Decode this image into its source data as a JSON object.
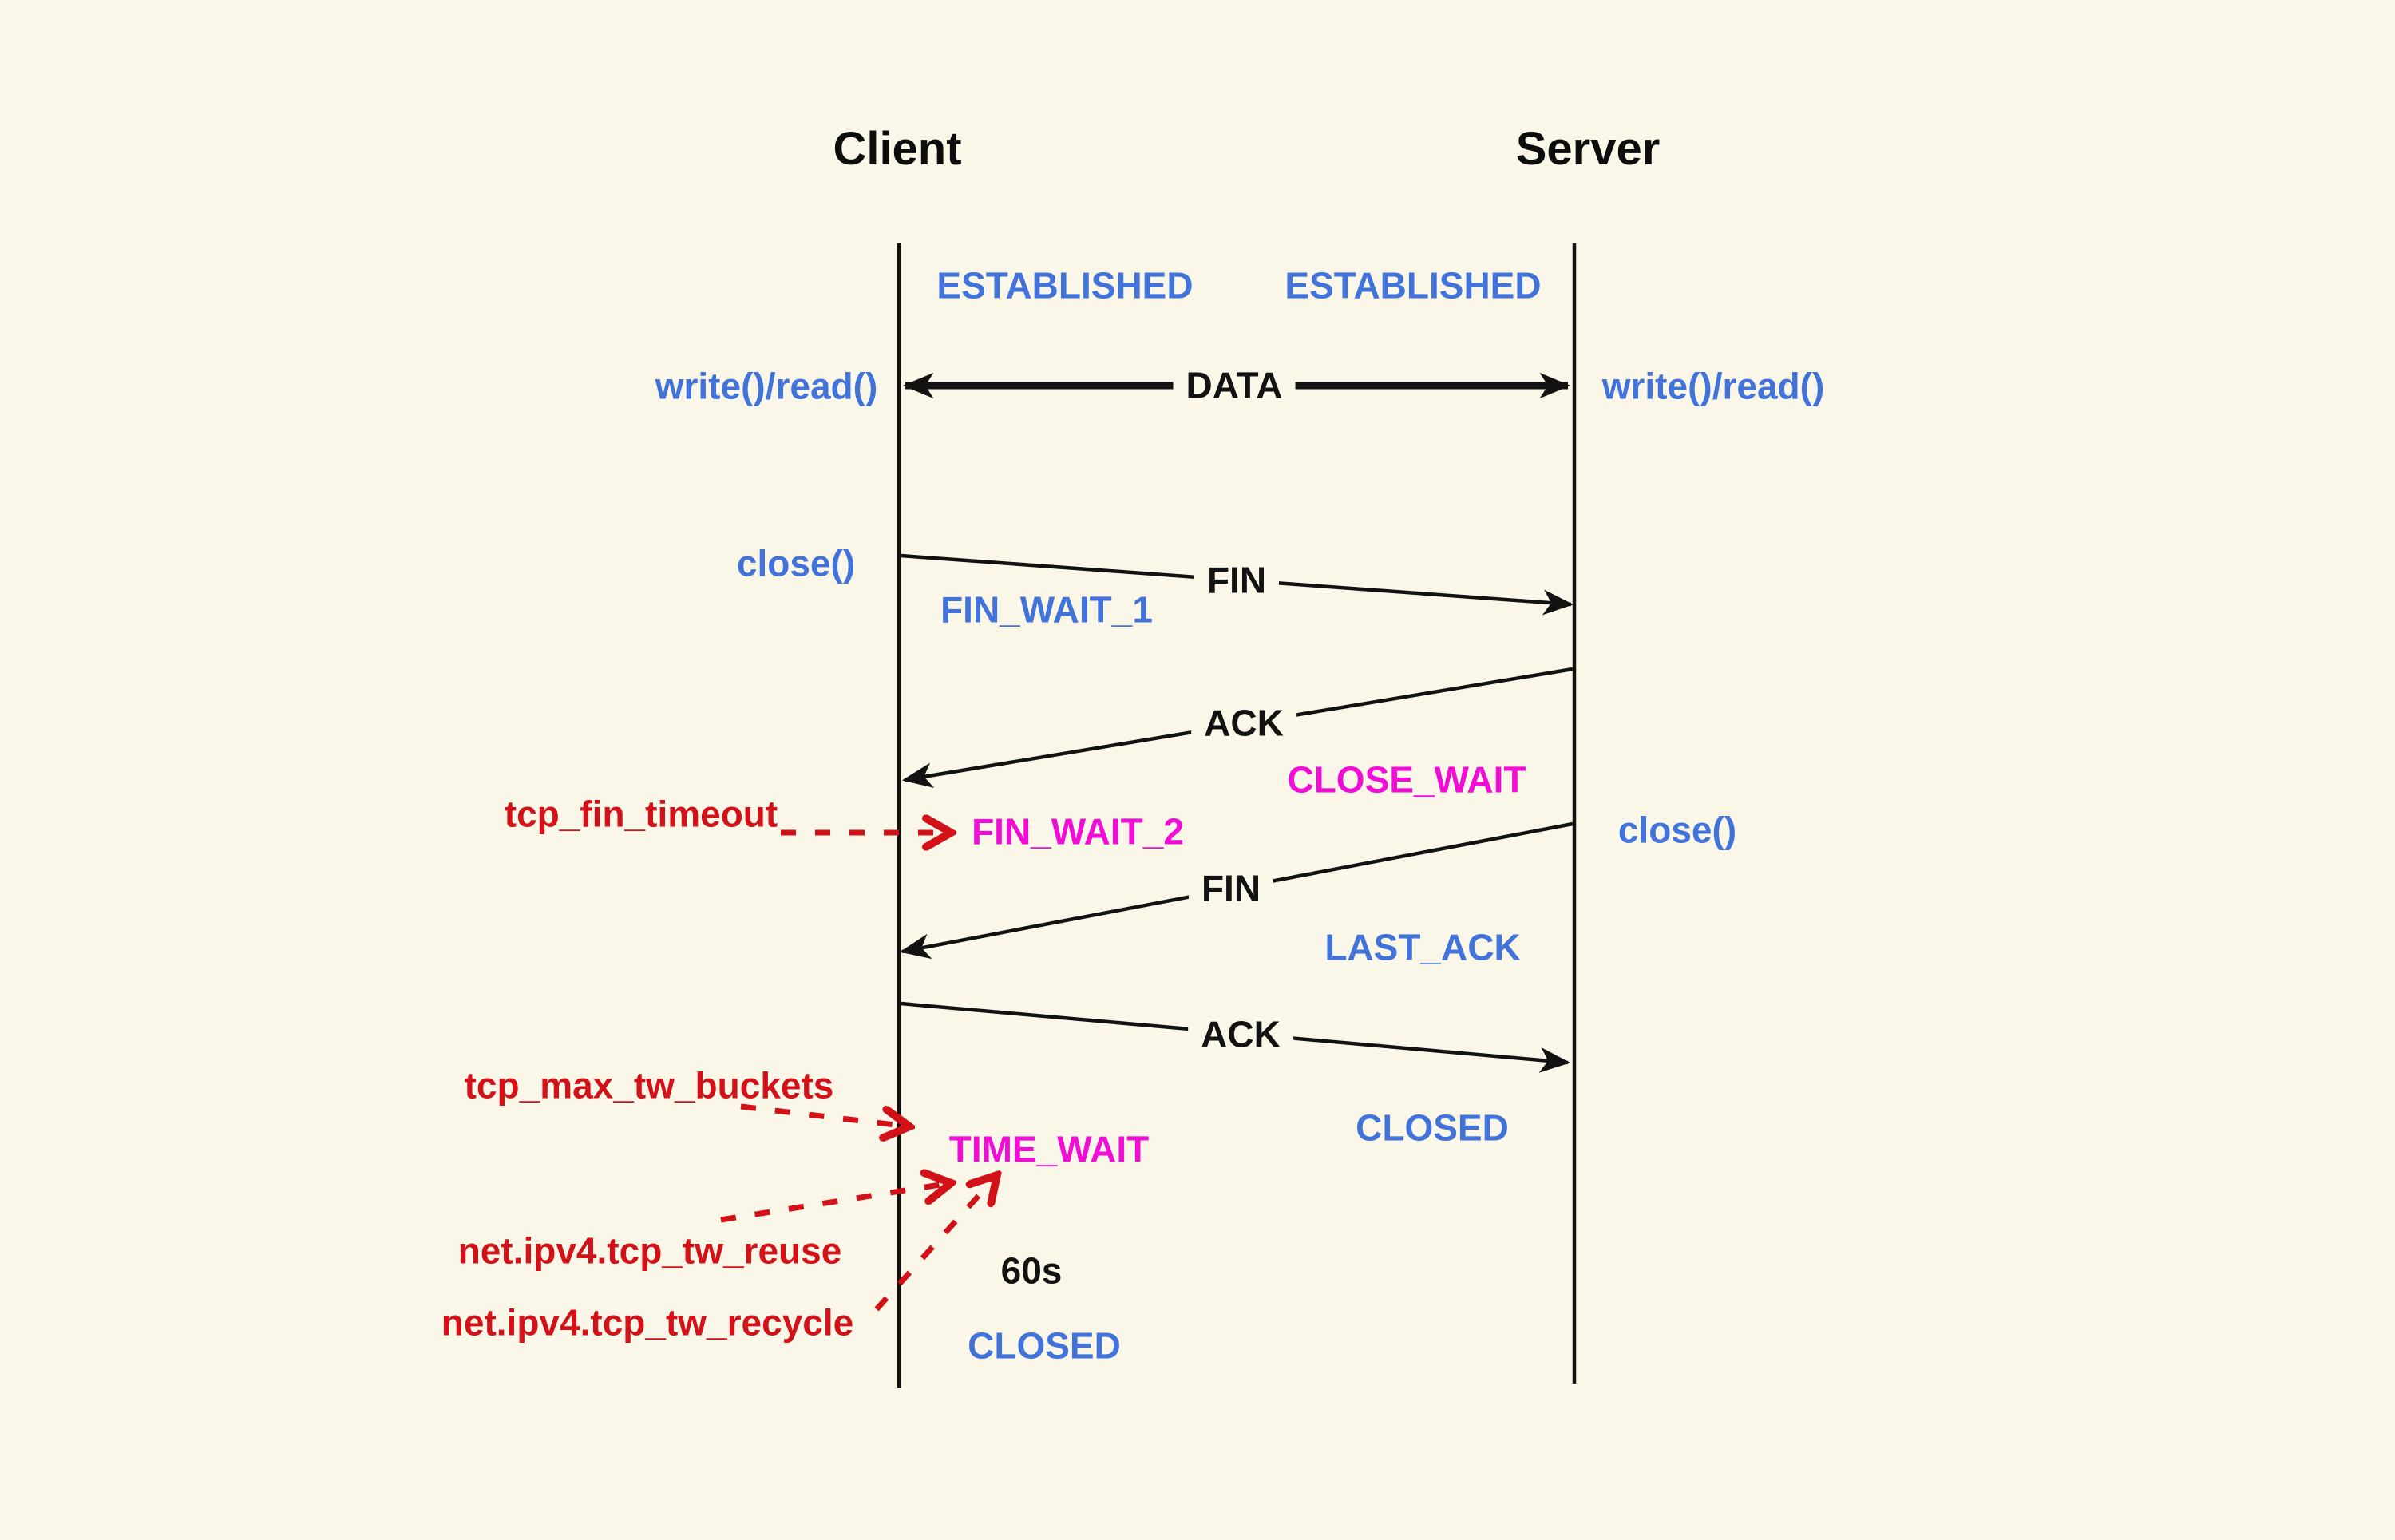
{
  "diagram_type": "tcp-connection-close-sequence",
  "colors": {
    "background": "#FAF7E8",
    "line_black": "#121212",
    "state_blue": "#4173DB",
    "state_magenta": "#F10DD6",
    "kernel_param_red": "#D31119"
  },
  "participants": {
    "client": "Client",
    "server": "Server"
  },
  "client_states": {
    "established": "ESTABLISHED",
    "fin_wait_1": "FIN_WAIT_1",
    "fin_wait_2": "FIN_WAIT_2",
    "time_wait": "TIME_WAIT",
    "closed": "CLOSED"
  },
  "server_states": {
    "established": "ESTABLISHED",
    "close_wait": "CLOSE_WAIT",
    "last_ack": "LAST_ACK",
    "closed": "CLOSED"
  },
  "messages": {
    "data": "DATA",
    "fin_client_to_server": "FIN",
    "ack_server_to_client": "ACK",
    "fin_server_to_client": "FIN",
    "ack_client_to_server": "ACK"
  },
  "syscalls": {
    "client_io": "write()/read()",
    "server_io": "write()/read()",
    "client_close": "close()",
    "server_close": "close()"
  },
  "kernel_params": {
    "fin_timeout": "tcp_fin_timeout",
    "max_tw_buckets": "tcp_max_tw_buckets",
    "tw_reuse": "net.ipv4.tcp_tw_reuse",
    "tw_recycle": "net.ipv4.tcp_tw_recycle"
  },
  "annotations": {
    "time_wait_duration": "60s"
  }
}
